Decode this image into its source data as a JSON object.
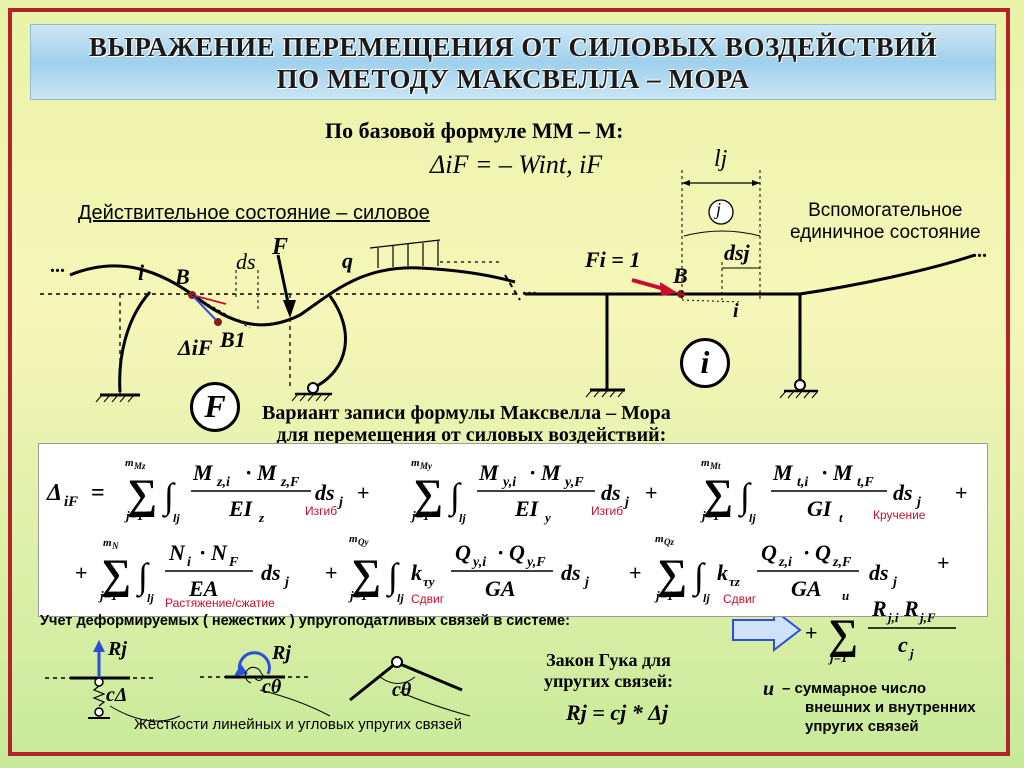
{
  "title": {
    "line1": "ВЫРАЖЕНИЕ ПЕРЕМЕЩЕНИЯ ОТ СИЛОВЫХ ВОЗДЕЙСТВИЙ",
    "line2": "ПО МЕТОДУ МАКСВЕЛЛА – МОРА"
  },
  "base_formula": {
    "label": "По базовой формуле ММ – М:",
    "formula": "ΔiF = – Wint, iF"
  },
  "left_scheme": {
    "caption": "Действительное состояние – силовое",
    "labels": {
      "i": "i",
      "B": "B",
      "ds": "ds",
      "F": "F",
      "q": "q",
      "B1": "B1",
      "delta": "ΔiF",
      "state": "F",
      "dots": "..."
    }
  },
  "right_scheme": {
    "caption_line1": "Вспомогательное",
    "caption_line2": "единичное состояние",
    "labels": {
      "lj": "lj",
      "j": "j",
      "Fi": "Fi = 1",
      "dsj": "dsj",
      "B": "B",
      "i": "i",
      "state": "i"
    }
  },
  "variant": {
    "line1": "Вариант записи формулы Максвелла – Мора",
    "line2": "для перемещения от силовых воздействий:"
  },
  "formula_notes": {
    "bend1": "Изгиб",
    "bend2": "Изгиб",
    "torsion": "Кручение",
    "axial": "Растяжение/сжатие",
    "shear1": "Сдвиг",
    "shear2": "Сдвиг"
  },
  "springs": {
    "caption": "Учет деформируемых ( нежестких ) упругоподатливых связей в системе:",
    "stiffness_caption": "Жёсткости линейных и угловых упругих связей",
    "hooke_line1": "Закон Гука для",
    "hooke_line2": "упругих связей:",
    "hooke_formula": "Rj = cj * Δj",
    "u_symbol": "u",
    "u_desc1": "– суммарное число",
    "u_desc2": "внешних и внутренних",
    "u_desc3": "упругих связей",
    "labels": {
      "Rj": "Rj",
      "cdelta": "cΔ",
      "ctheta": "cθ"
    }
  },
  "colors": {
    "frame": "#b0242a",
    "title_bg": "#9fd0ec",
    "accent_red": "#c8102e",
    "arrow_blue": "#2b4fd8"
  }
}
